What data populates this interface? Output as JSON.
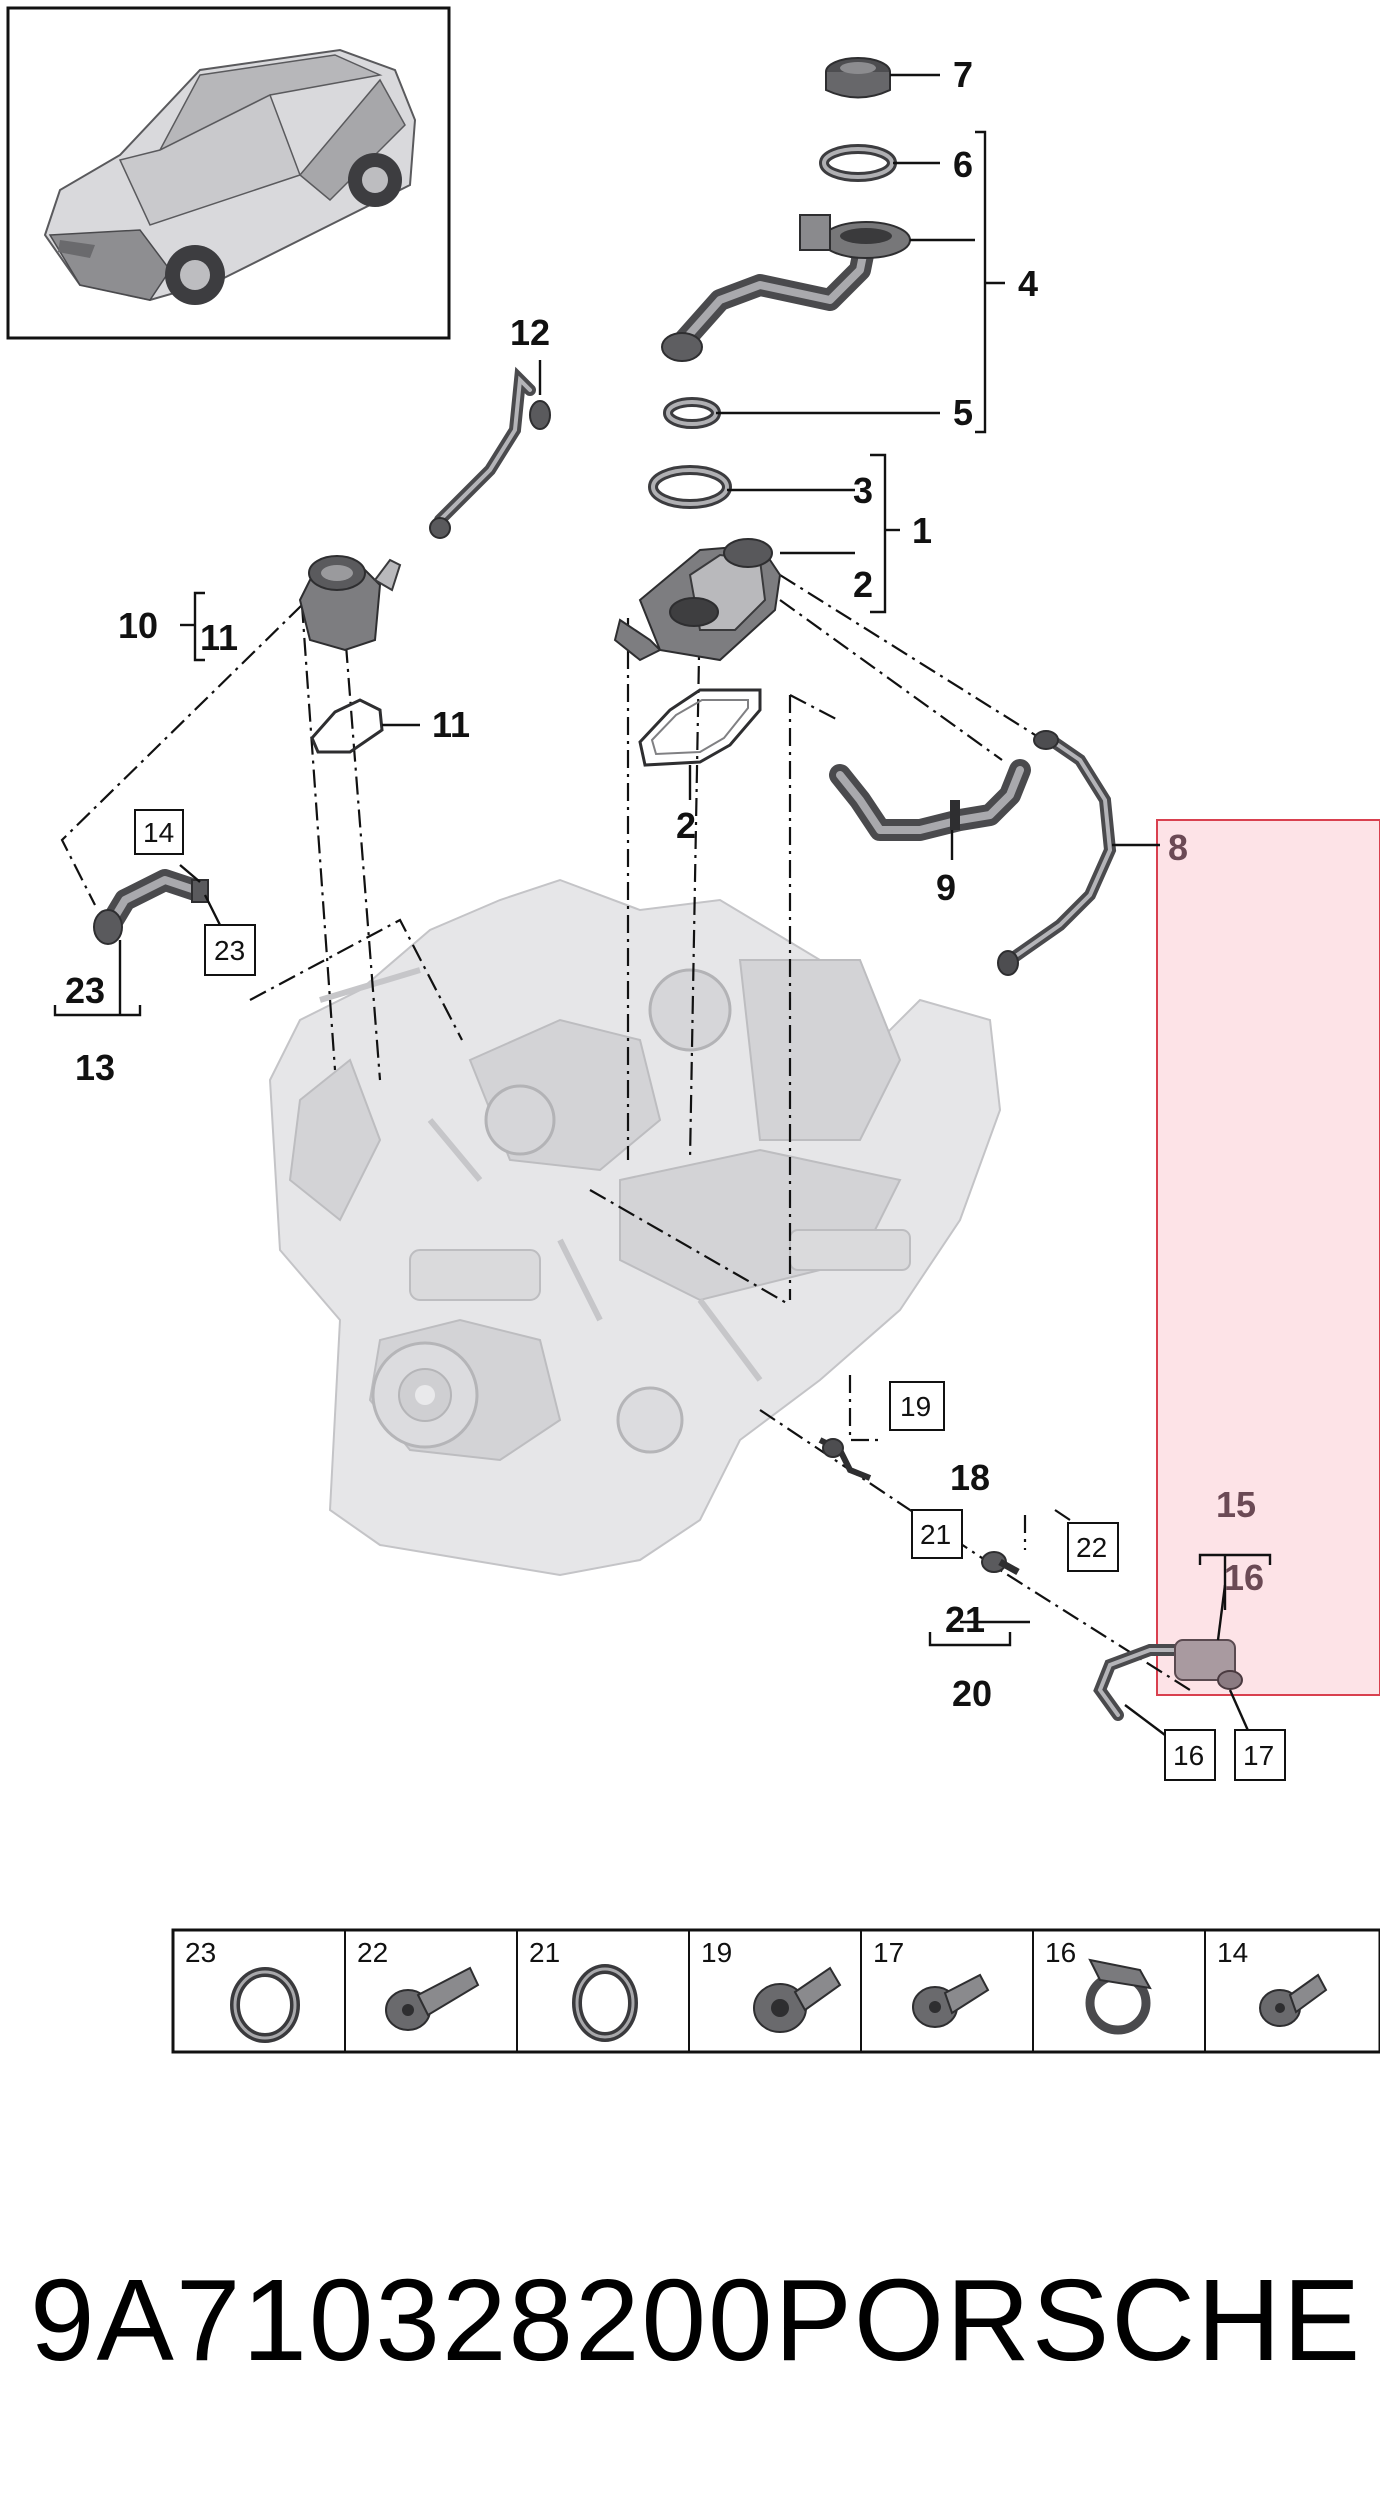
{
  "callouts": {
    "c1": "1",
    "c2a": "2",
    "c2b": "2",
    "c3": "3",
    "c4": "4",
    "c5": "5",
    "c6": "6",
    "c7": "7",
    "c8": "8",
    "c9": "9",
    "c10": "10",
    "c11a": "11",
    "c11b": "11",
    "c12": "12",
    "c13": "13",
    "c15": "15",
    "c16": "16",
    "c18": "18",
    "c20": "20",
    "c21": "21",
    "c23": "23"
  },
  "boxed_callouts": {
    "b14": "14",
    "b16": "16",
    "b17": "17",
    "b19": "19",
    "b21": "21",
    "b22": "22",
    "b23": "23"
  },
  "parts_strip": [
    "23",
    "22",
    "21",
    "19",
    "17",
    "16",
    "14"
  ],
  "footer": {
    "part_number": "9A710328200",
    "brand": "PORSCHE"
  },
  "colors": {
    "highlight_fill": "#fde3e7",
    "highlight_border": "#d9404f",
    "highlight_text": "#6b4a55"
  },
  "icons": {
    "thumbnail": "vehicle-suv-thumbnail",
    "strip": [
      "o-ring-icon",
      "bolt-icon",
      "o-ring-icon",
      "torx-bolt-icon",
      "screw-icon",
      "hose-clamp-icon",
      "flange-screw-icon"
    ]
  }
}
